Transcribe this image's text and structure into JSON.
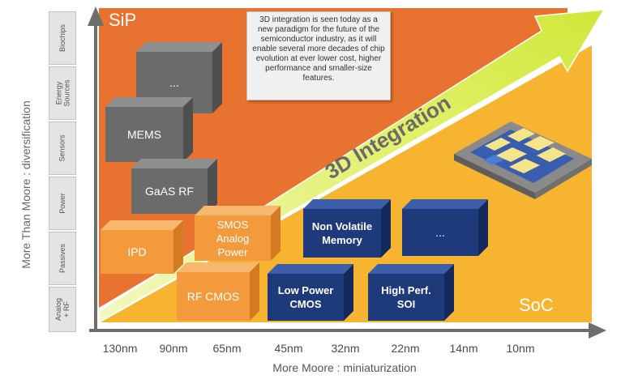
{
  "regions": {
    "sip": "SiP",
    "soc": "SoC"
  },
  "integration_label": "3D Integration",
  "info_text": "3D integration is seen today as a new paradigm for the future of the semiconductor industry, as it will enable several more decades of chip evolution at ever lower cost, higher performance and smaller-size features.",
  "y_axis": {
    "title": "More Than Moore : diversification",
    "categories": [
      "Biochips",
      "Energy Sources",
      "Sensors",
      "Power",
      "Passives",
      "Analog + RF"
    ]
  },
  "x_axis": {
    "title": "More Moore : miniaturization",
    "ticks": [
      "130nm",
      "90nm",
      "65nm",
      "45nm",
      "32nm",
      "22nm",
      "14nm",
      "10nm"
    ]
  },
  "boxes": {
    "sip_ellipsis": "...",
    "mems": "MEMS",
    "gaas_rf": "GaAS RF",
    "ipd": "IPD",
    "smos": "SMOS Analog Power",
    "rf_cmos": "RF CMOS",
    "nvm": "Non Volatile Memory",
    "soc_ellipsis": "...",
    "low_power": "Low Power CMOS",
    "high_perf": "High Perf. SOI"
  },
  "colors": {
    "sip_region": "#e8722f",
    "soc_region": "#f6b431",
    "gray_box": "#6b6b6b",
    "orange_box": "#f39a3c",
    "navy_box": "#1f3a7a",
    "arrow": "#d6ee3c"
  }
}
